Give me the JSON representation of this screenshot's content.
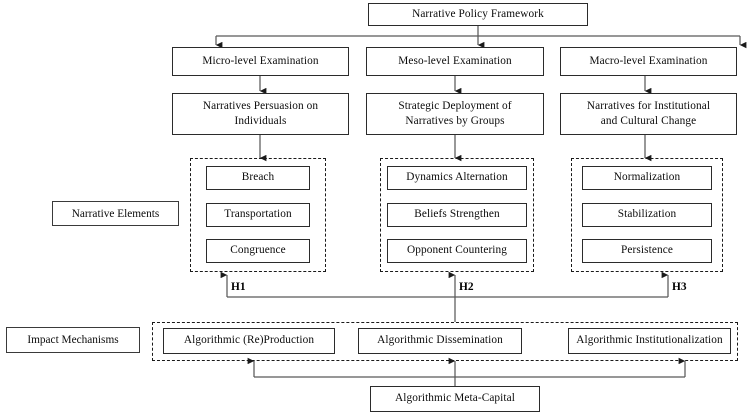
{
  "figure": {
    "title": "Narrative Policy Framework",
    "type": "hierarchical-flow-diagram"
  },
  "root": {
    "label": "Narrative Policy Framework"
  },
  "levels": [
    {
      "label": "Micro-level Examination"
    },
    {
      "label": "Meso-level Examination"
    },
    {
      "label": "Macro-level Examination"
    }
  ],
  "descriptions": [
    {
      "line1": "Narratives Persuasion on",
      "line2": "Individuals"
    },
    {
      "line1": "Strategic Deployment of",
      "line2": "Narratives by Groups"
    },
    {
      "line1": "Narratives for Institutional",
      "line2": "and Cultural Change"
    }
  ],
  "narrative_elements": {
    "row_label": "Narrative Elements",
    "groups": [
      {
        "items": [
          "Breach",
          "Transportation",
          "Congruence"
        ]
      },
      {
        "items": [
          "Dynamics Alternation",
          "Beliefs Strengthen",
          "Opponent Countering"
        ]
      },
      {
        "items": [
          "Normalization",
          "Stabilization",
          "Persistence"
        ]
      }
    ]
  },
  "hypotheses": [
    {
      "label": "H1"
    },
    {
      "label": "H2"
    },
    {
      "label": "H3"
    }
  ],
  "impact_mechanisms": {
    "row_label": "Impact Mechanisms",
    "items": [
      "Algorithmic (Re)Production",
      "Algorithmic Dissemination",
      "Algorithmic Institutionalization"
    ]
  },
  "foundation": {
    "label": "Algorithmic Meta-Capital"
  },
  "colors": {
    "box_border": "#2b2b2b",
    "dashed_border": "#1a1a1a",
    "connector": "#595959",
    "background": "#ffffff",
    "text": "#0b0b0b"
  }
}
